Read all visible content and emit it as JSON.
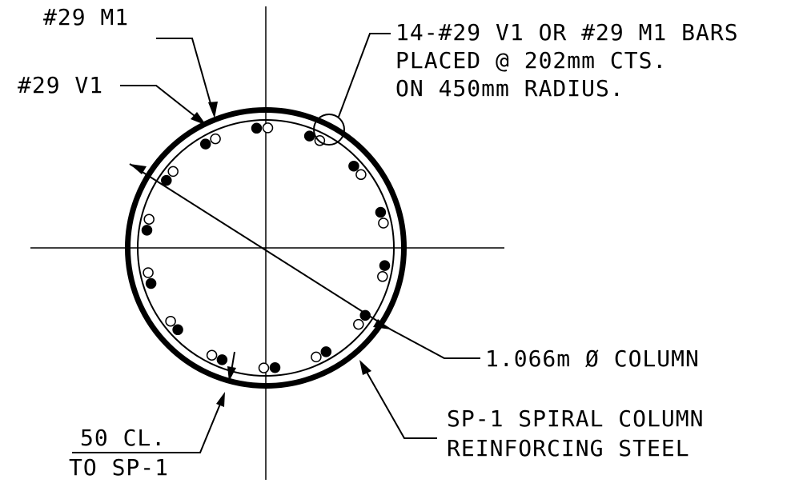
{
  "labels": {
    "bar_m1": "#29 M1",
    "bar_v1": "#29 V1",
    "note_line1": "14-#29 V1 OR #29 M1 BARS",
    "note_line2": "PLACED @ 202mm CTS.",
    "note_line3": "ON 450mm RADIUS.",
    "column": "1.066m Ø COLUMN",
    "spiral_line1": "SP-1 SPIRAL COLUMN",
    "spiral_line2": "REINFORCING STEEL",
    "cover_line1": "50 CL.",
    "cover_line2": "TO SP-1"
  },
  "bars": {
    "count": 14
  }
}
